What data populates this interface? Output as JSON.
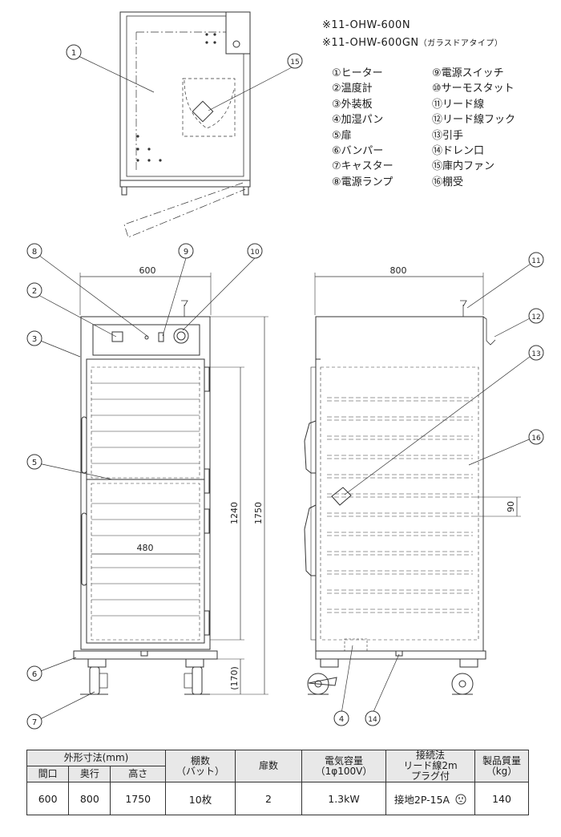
{
  "models": {
    "line1": "※11-OHW-600N",
    "line2_main": "※11-OHW-600GN",
    "line2_note": "（ガラスドアタイプ）"
  },
  "legend": [
    {
      "label": "①ヒーター"
    },
    {
      "label": "②温度計"
    },
    {
      "label": "③外装板"
    },
    {
      "label": "④加湿パン"
    },
    {
      "label": "⑤扉"
    },
    {
      "label": "⑥バンパー"
    },
    {
      "label": "⑦キャスター"
    },
    {
      "label": "⑧電源ランプ"
    },
    {
      "label": "⑨電源スイッチ"
    },
    {
      "label": "⑩サーモスタット"
    },
    {
      "label": "⑪リード線"
    },
    {
      "label": "⑫リード線フック"
    },
    {
      "label": "⑬引手"
    },
    {
      "label": "⑭ドレン口"
    },
    {
      "label": "⑮庫内ファン"
    },
    {
      "label": "⑯棚受"
    }
  ],
  "callouts": {
    "n1": "1",
    "n2": "2",
    "n3": "3",
    "n4": "4",
    "n5": "5",
    "n6": "6",
    "n7": "7",
    "n8": "8",
    "n9": "9",
    "n10": "10",
    "n11": "11",
    "n12": "12",
    "n13": "13",
    "n14": "14",
    "n15": "15",
    "n16": "16"
  },
  "dimensions": {
    "front_width": "600",
    "side_depth": "800",
    "inner_width": "480",
    "door_height": "1240",
    "total_height": "1750",
    "caster_height": "(170)",
    "shelf_pitch": "90"
  },
  "spec_table": {
    "header": {
      "outer_dims": "外形寸法(mm)",
      "width": "間口",
      "depth": "奥行",
      "height": "高さ",
      "shelves_line1": "棚数",
      "shelves_line2": "（バット）",
      "doors": "扉数",
      "power_line1": "電気容量",
      "power_line2": "（1φ100V）",
      "conn_line1": "接続法",
      "conn_line2": "リード線2m",
      "conn_line3": "プラグ付",
      "weight_line1": "製品質量",
      "weight_line2": "（kg）"
    },
    "row": {
      "width": "600",
      "depth": "800",
      "height": "1750",
      "shelves": "10枚",
      "doors": "2",
      "power": "1.3kW",
      "connection": "接地2P-15A",
      "weight": "140"
    }
  }
}
